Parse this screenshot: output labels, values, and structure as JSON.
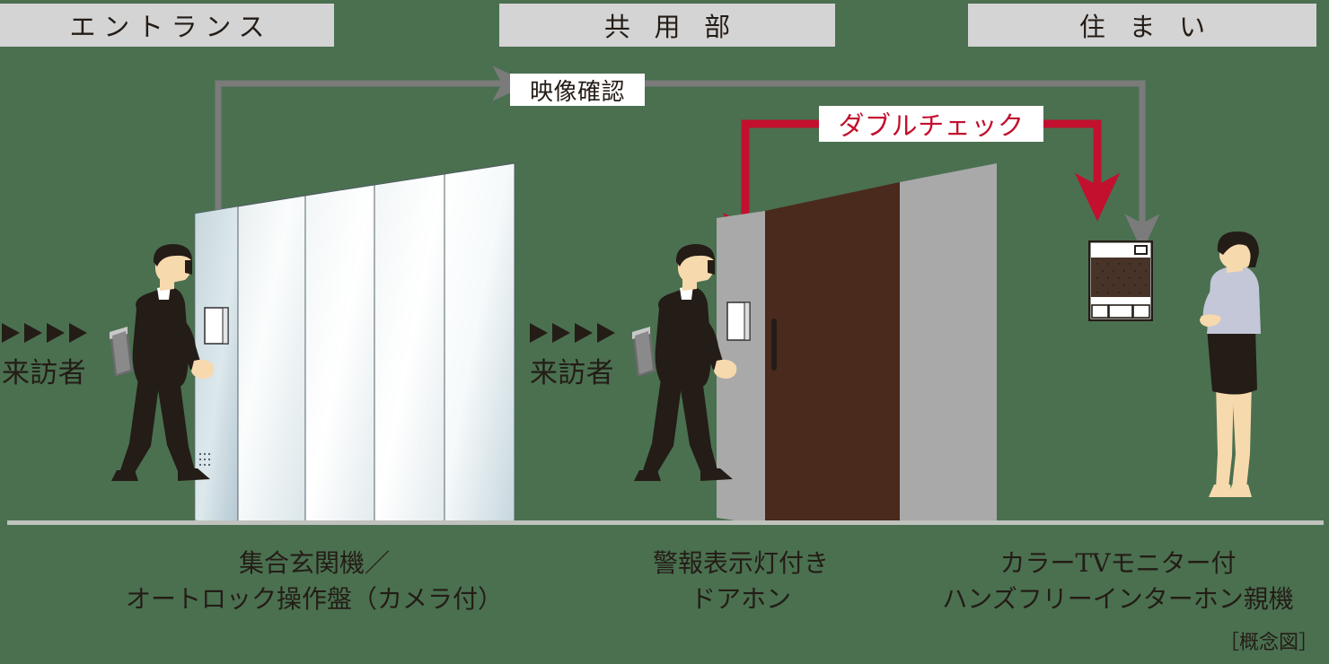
{
  "colors": {
    "background": "#4a7050",
    "tab_fill": "#d4d4d4",
    "ink": "#241c16",
    "accent_red": "#c2102e",
    "wire_gray": "#7b7b7b",
    "ground_line": "#bfc2bd",
    "door_wood": "#4a2a1c",
    "wall_gray": "#a9a9a9",
    "glass_blue": "#b8c9d2",
    "skin": "#f7d9ae",
    "blouse": "#c3c7d8"
  },
  "zones": [
    {
      "id": "entrance",
      "label": "エントランス"
    },
    {
      "id": "common",
      "label": "共 用 部"
    },
    {
      "id": "home",
      "label": "住 ま い"
    }
  ],
  "callouts": {
    "video_check": "映像確認",
    "double_check": "ダブルチェック"
  },
  "visitors": [
    {
      "label": "来訪者",
      "chevrons": 4
    },
    {
      "label": "来訪者",
      "chevrons": 4
    }
  ],
  "captions": {
    "entrance": "集合玄関機／\nオートロック操作盤（カメラ付）",
    "common": "警報表示灯付き\nドアホン",
    "home": "カラーTVモニター付\nハンズフリーインターホン親機"
  },
  "note": "［概念図］",
  "devices": [
    {
      "name": "entrance-panel",
      "zone": "entrance"
    },
    {
      "name": "door-phone-panel",
      "zone": "common"
    },
    {
      "name": "indoor-monitor",
      "zone": "home"
    }
  ],
  "flow": {
    "video_path": "entrance-panel → indoor-monitor",
    "double_check_path": "door-phone-panel → indoor-monitor"
  }
}
